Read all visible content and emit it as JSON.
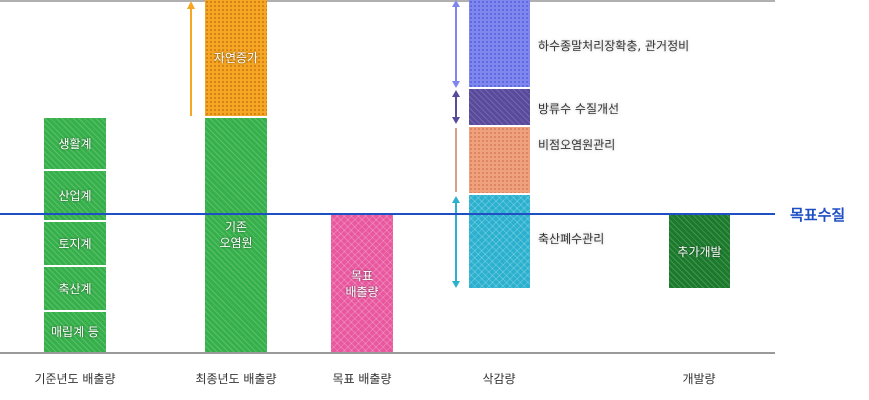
{
  "target_label": "목표수질",
  "categories": {
    "base": "기준년도 배출량",
    "final": "최종년도 배출량",
    "target": "목표 배출량",
    "reduction": "삭감량",
    "development": "개발량"
  },
  "base_segments": [
    "생활계",
    "산업계",
    "토지계",
    "축산계",
    "매립계 등"
  ],
  "final_segments": {
    "natural": "자연증가",
    "existing": "기존\n오염원"
  },
  "target_bar": "목표\n배출량",
  "reduction_items": [
    "하수종말처리장확충, 관거정비",
    "방류수 수질개선",
    "비점오염원관리",
    "축산폐수관리"
  ],
  "development_bar": "추가개발",
  "colors": {
    "green": "#36b04a",
    "orange": "#f6a623",
    "pink": "#e9579f",
    "blue": "#7f86ee",
    "purple": "#5a4a9c",
    "salmon": "#efa07d",
    "cyan": "#2bb1cf",
    "dark_green": "#1b7a2c",
    "target_line": "#1f4fc4"
  }
}
